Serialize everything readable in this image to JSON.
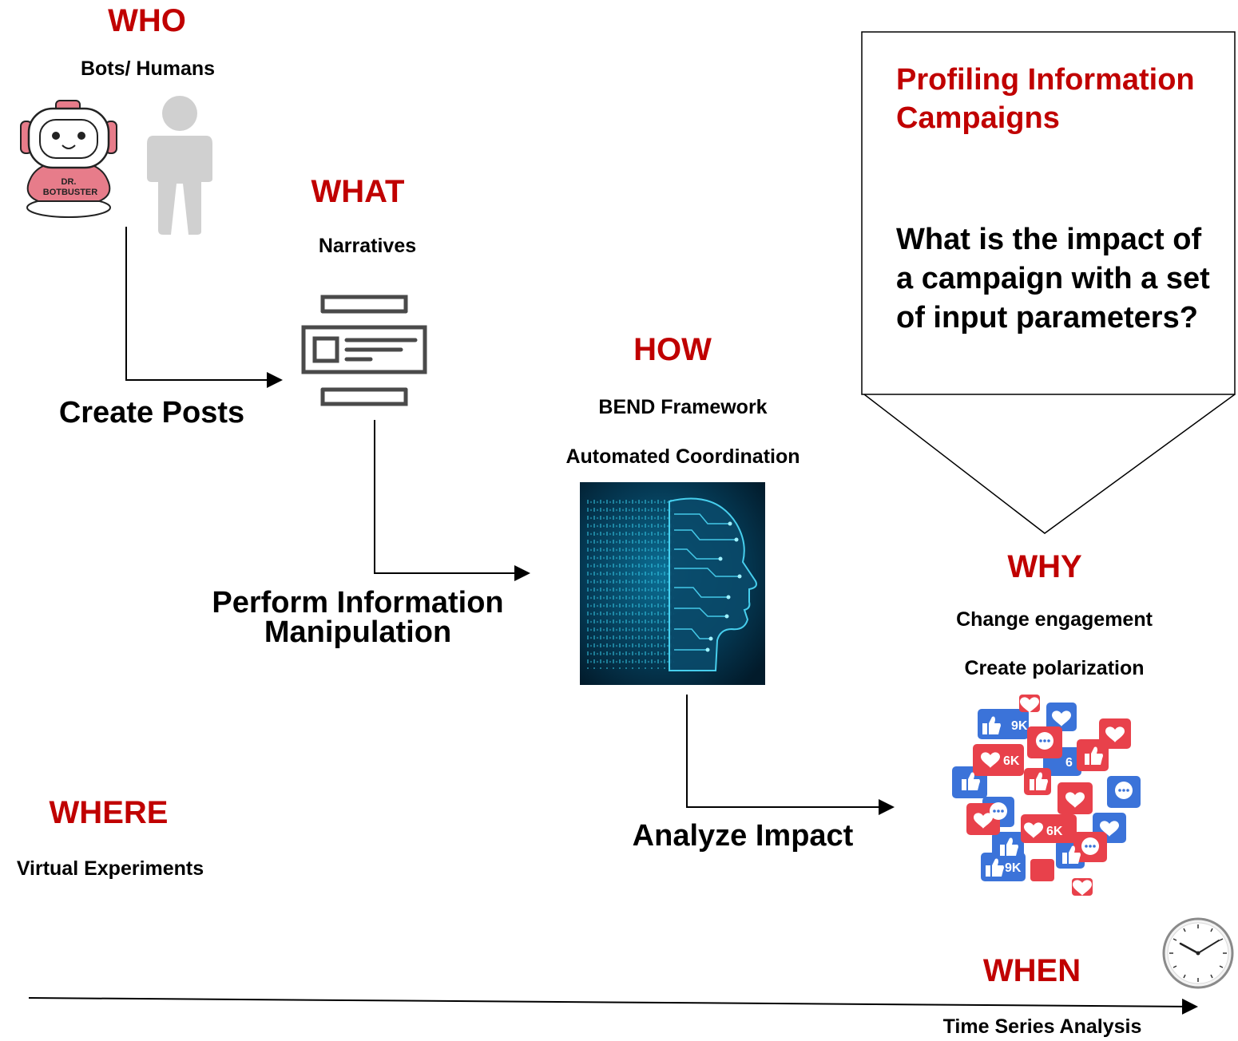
{
  "who": {
    "title": "WHO",
    "subtitle": "Bots/ Humans",
    "robot_badge": "DR. BOTBUSTER"
  },
  "what": {
    "title": "WHAT",
    "subtitle": "Narratives",
    "icon": "document-icon"
  },
  "how": {
    "title": "HOW",
    "subtitle_1": "BEND Framework",
    "subtitle_2": "Automated Coordination",
    "image": "ai-head-icon"
  },
  "why": {
    "title": "WHY",
    "subtitle_1": "Change engagement",
    "subtitle_2": "Create polarization",
    "image": "social-reactions-icon",
    "badges": [
      "9K",
      "6K",
      "6K",
      "9K",
      "6"
    ]
  },
  "where": {
    "title": "WHERE",
    "subtitle": "Virtual Experiments"
  },
  "when": {
    "title": "WHEN",
    "subtitle": "Time Series Analysis",
    "icon": "clock-icon"
  },
  "steps": {
    "create_posts": "Create Posts",
    "manipulate_1": "Perform Information",
    "manipulate_2": "Manipulation",
    "analyze": "Analyze Impact"
  },
  "callout": {
    "title": "Profiling Information Campaigns",
    "question": "What is the impact of a campaign with a set of input parameters?"
  },
  "colors": {
    "accent": "#c00000",
    "like_blue": "#3b73d9",
    "heart_red": "#e8414b",
    "ai_cyan": "#18b8d8"
  }
}
